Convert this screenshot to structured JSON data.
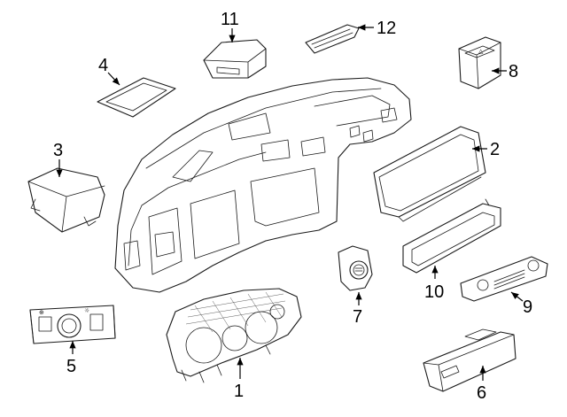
{
  "colors": {
    "line": "#1a1a1a",
    "background": "#ffffff",
    "label": "#000000"
  },
  "callouts": {
    "c1": "1",
    "c2": "2",
    "c3": "3",
    "c4": "4",
    "c5": "5",
    "c6": "6",
    "c7": "7",
    "c8": "8",
    "c9": "9",
    "c10": "10",
    "c11": "11",
    "c12": "12"
  }
}
